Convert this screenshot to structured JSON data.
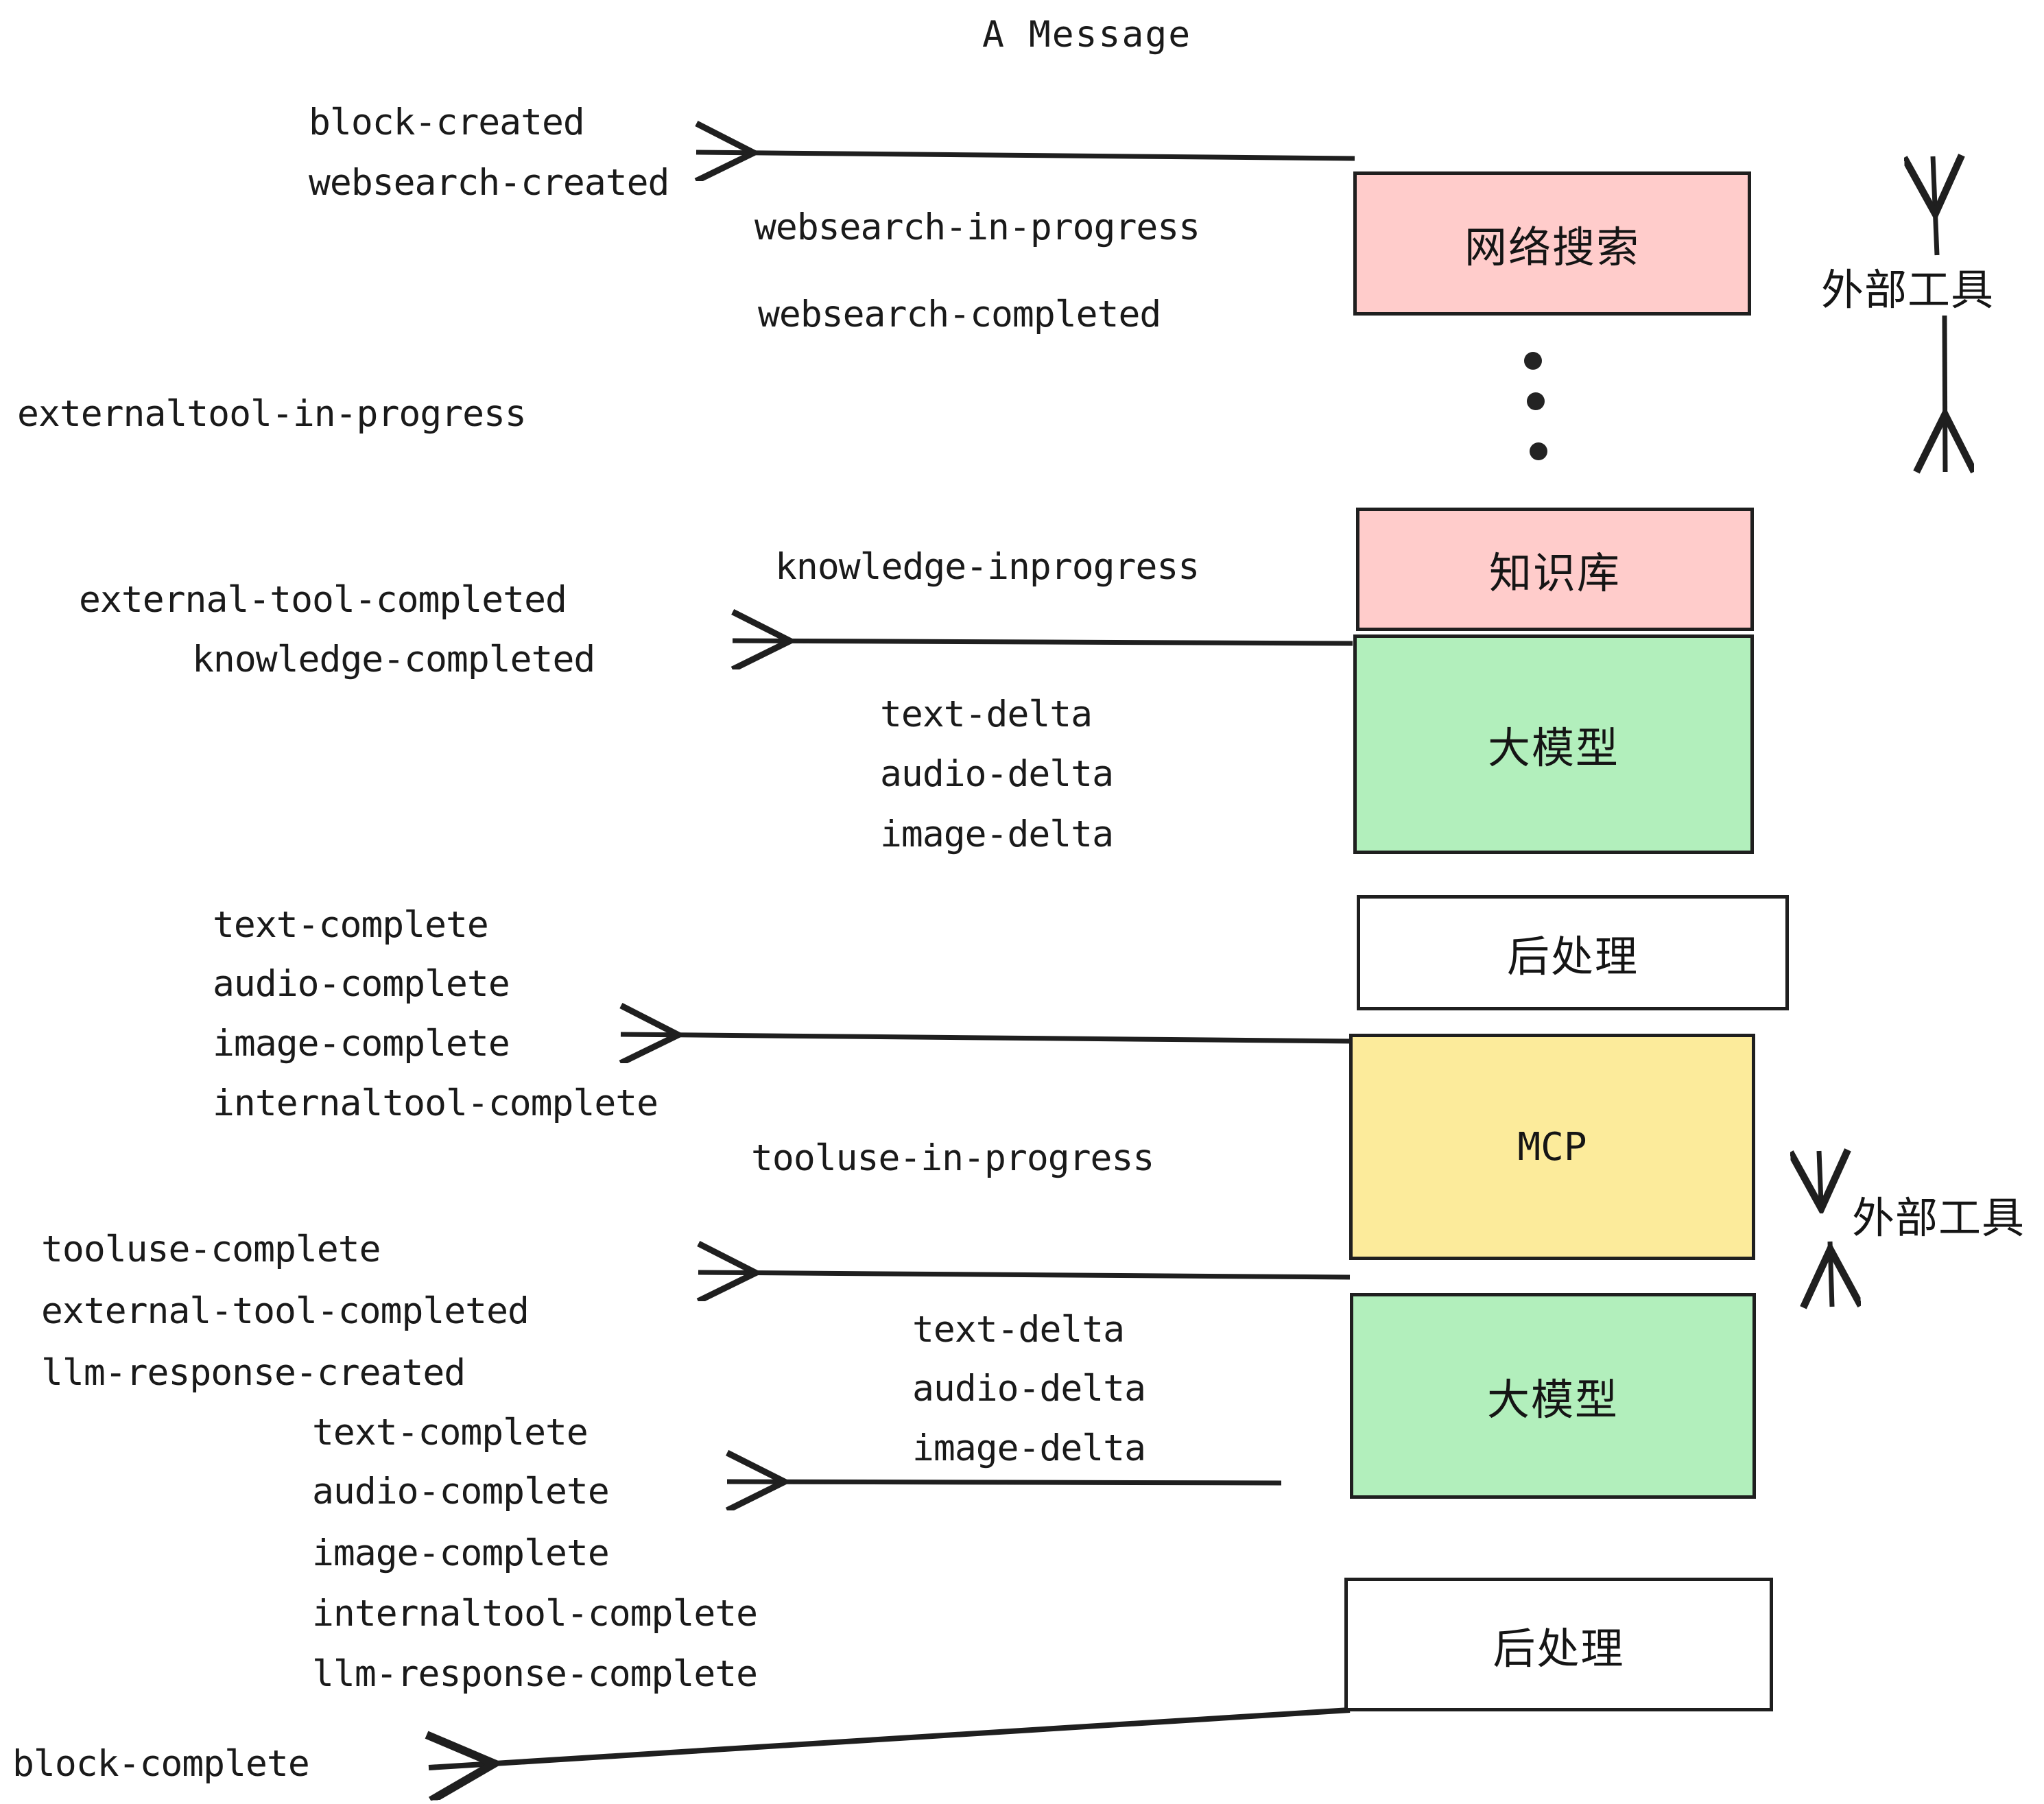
{
  "diagram": {
    "title": "A Message",
    "type": "event-stream-sequence-diagram",
    "background_color": "#ffffff",
    "stroke_color": "#1f1f1f"
  },
  "palette": {
    "pink": "#FFCCCB",
    "green": "#B2EFBC",
    "yellow": "#FCEB9B",
    "white": "#FFFFFF",
    "border": "#1F1F1F",
    "text": "#1A1A1A"
  },
  "nodes": [
    {
      "id": "websearch",
      "label": "网络搜索",
      "fill": "#FFCCCB",
      "script": "cjk"
    },
    {
      "id": "knowledge",
      "label": "知识库",
      "fill": "#FFCCCB",
      "script": "cjk"
    },
    {
      "id": "llm-1",
      "label": "大模型",
      "fill": "#B2EFBC",
      "script": "cjk"
    },
    {
      "id": "postproc-1",
      "label": "后处理",
      "fill": "#FFFFFF",
      "script": "cjk"
    },
    {
      "id": "mcp",
      "label": "MCP",
      "fill": "#FCEB9B",
      "script": "latin"
    },
    {
      "id": "llm-2",
      "label": "大模型",
      "fill": "#B2EFBC",
      "script": "cjk"
    },
    {
      "id": "postproc-2",
      "label": "后处理",
      "fill": "#FFFFFF",
      "script": "cjk"
    }
  ],
  "side_labels": [
    {
      "id": "external-tool-upper",
      "text": "外部工具"
    },
    {
      "id": "external-tool-lower",
      "text": "外部工具"
    }
  ],
  "events": [
    {
      "id": "e01",
      "text": "block-created"
    },
    {
      "id": "e02",
      "text": "websearch-created"
    },
    {
      "id": "e03",
      "text": "websearch-in-progress"
    },
    {
      "id": "e04",
      "text": "websearch-completed"
    },
    {
      "id": "e05",
      "text": "externaltool-in-progress"
    },
    {
      "id": "e06",
      "text": "knowledge-inprogress"
    },
    {
      "id": "e07",
      "text": "external-tool-completed"
    },
    {
      "id": "e08",
      "text": "knowledge-completed"
    },
    {
      "id": "e09",
      "text": "text-delta"
    },
    {
      "id": "e10",
      "text": "audio-delta"
    },
    {
      "id": "e11",
      "text": "image-delta"
    },
    {
      "id": "e12",
      "text": "text-complete"
    },
    {
      "id": "e13",
      "text": "audio-complete"
    },
    {
      "id": "e14",
      "text": "image-complete"
    },
    {
      "id": "e15",
      "text": "internaltool-complete"
    },
    {
      "id": "e16",
      "text": "tooluse-in-progress"
    },
    {
      "id": "e17",
      "text": "tooluse-complete"
    },
    {
      "id": "e18",
      "text": "external-tool-completed"
    },
    {
      "id": "e19",
      "text": "llm-response-created"
    },
    {
      "id": "e20",
      "text": "text-delta"
    },
    {
      "id": "e21",
      "text": "audio-delta"
    },
    {
      "id": "e22",
      "text": "image-delta"
    },
    {
      "id": "e23",
      "text": "text-complete"
    },
    {
      "id": "e24",
      "text": "audio-complete"
    },
    {
      "id": "e25",
      "text": "image-complete"
    },
    {
      "id": "e26",
      "text": "internaltool-complete"
    },
    {
      "id": "e27",
      "text": "llm-response-complete"
    },
    {
      "id": "e28",
      "text": "block-complete"
    }
  ],
  "ellipsis": {
    "dots": 3,
    "meaning": "more external tools omitted"
  }
}
